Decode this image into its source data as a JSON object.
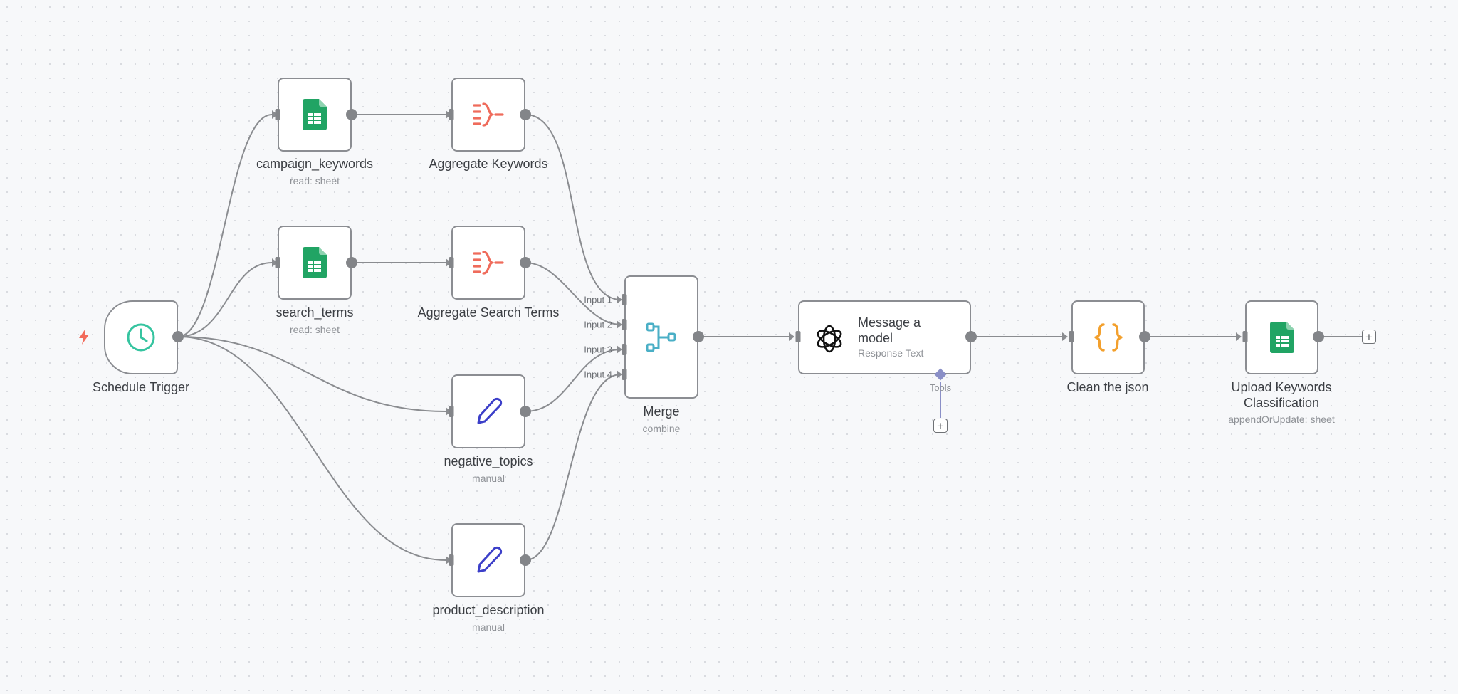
{
  "nodes": {
    "schedule_trigger": {
      "title": "Schedule Trigger",
      "icon": "clock-icon"
    },
    "campaign_keywords": {
      "title": "campaign_keywords",
      "subtitle": "read: sheet",
      "icon": "google-sheets-icon"
    },
    "aggregate_keywords": {
      "title": "Aggregate Keywords",
      "icon": "aggregate-icon"
    },
    "search_terms": {
      "title": "search_terms",
      "subtitle": "read: sheet",
      "icon": "google-sheets-icon"
    },
    "aggregate_search_terms": {
      "title": "Aggregate Search Terms",
      "icon": "aggregate-icon"
    },
    "negative_topics": {
      "title": "negative_topics",
      "subtitle": "manual",
      "icon": "pencil-icon"
    },
    "product_description": {
      "title": "product_description",
      "subtitle": "manual",
      "icon": "pencil-icon"
    },
    "merge": {
      "title": "Merge",
      "subtitle": "combine",
      "icon": "merge-icon",
      "inputs": [
        "Input 1",
        "Input 2",
        "Input 3",
        "Input 4"
      ]
    },
    "message_model": {
      "title": "Message a model",
      "subtitle": "Response Text",
      "icon": "openai-icon",
      "tools_label": "Tools"
    },
    "clean_json": {
      "title": "Clean the json",
      "icon": "code-braces-icon"
    },
    "upload_keywords": {
      "title": "Upload Keywords Classification",
      "subtitle": "appendOrUpdate: sheet",
      "icon": "google-sheets-icon"
    }
  },
  "colors": {
    "sheets_green": "#21a464",
    "aggregate_red": "#ef6b5b",
    "pencil_blue": "#3c3fc9",
    "merge_teal": "#4aafc6",
    "braces_orange": "#f3a02d",
    "trigger_teal": "#36c4a0",
    "bolt_red": "#f26b5b"
  }
}
